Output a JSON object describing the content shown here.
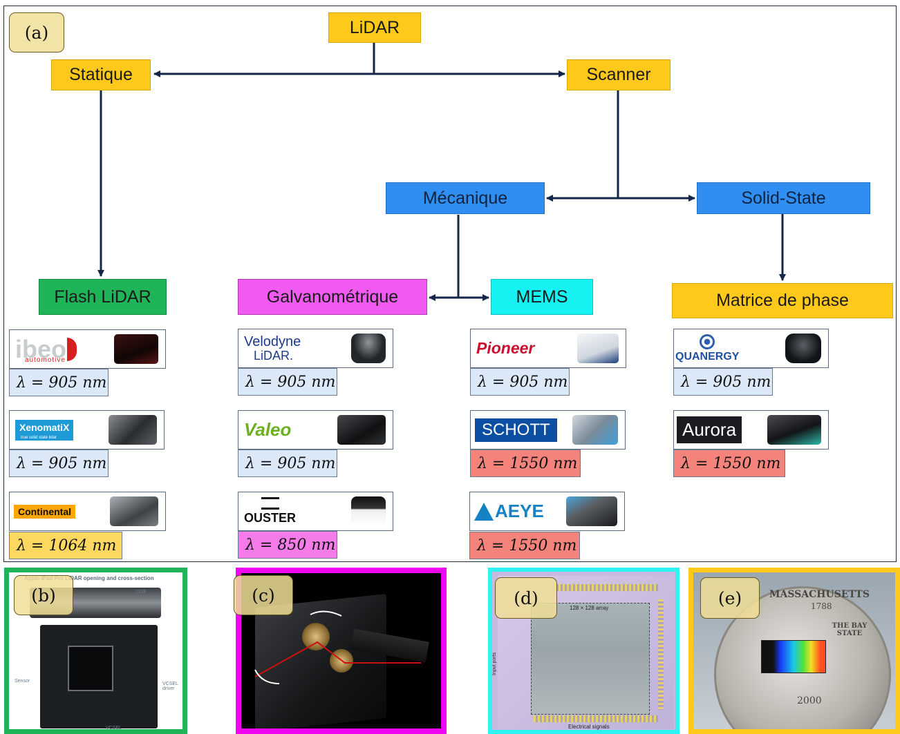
{
  "panels": {
    "a": "(a)",
    "b": "(b)",
    "c": "(c)",
    "d": "(d)",
    "e": "(e)"
  },
  "nodes": {
    "lidar": "LiDAR",
    "statique": "Statique",
    "scanner": "Scanner",
    "mecanique": "Mécanique",
    "solid_state": "Solid-State",
    "flash": "Flash LiDAR",
    "galvano": "Galvanométrique",
    "mems": "MEMS",
    "matrice": "Matrice de phase"
  },
  "colors": {
    "yellow": "#ffc91c",
    "blue": "#2f8ef0",
    "green": "#1fb458",
    "magenta": "#f05af0",
    "cyan": "#16f2f2",
    "wavelength_905": "#dbe8f8",
    "wavelength_1550": "#f4847b",
    "wavelength_1064": "#fdd860",
    "wavelength_850": "#f47be8"
  },
  "products": {
    "flash": [
      {
        "logo": "ibeo",
        "logo_sub": "automotive",
        "wavelength": "λ = 905 nm"
      },
      {
        "logo": "XenomatiX",
        "logo_sub": "true solid state lidar",
        "wavelength": "λ = 905 nm"
      },
      {
        "logo": "Continental",
        "wavelength": "λ = 1064 nm"
      }
    ],
    "galvano": [
      {
        "logo": "Velodyne",
        "logo_sub": "LiDAR.",
        "wavelength": "λ = 905 nm"
      },
      {
        "logo": "Valeo",
        "wavelength": "λ = 905 nm"
      },
      {
        "logo": "OUSTER",
        "wavelength": "λ = 850 nm"
      }
    ],
    "mems": [
      {
        "logo": "Pioneer",
        "wavelength": "λ = 905 nm"
      },
      {
        "logo": "SCHOTT",
        "wavelength": "λ = 1550 nm"
      },
      {
        "logo": "AEYE",
        "wavelength": "λ = 1550 nm"
      }
    ],
    "phase": [
      {
        "logo": "QUANERGY",
        "wavelength": "λ = 905 nm"
      },
      {
        "logo": "Aurora",
        "wavelength": "λ = 1550 nm"
      }
    ]
  },
  "photos": {
    "b": {
      "title": "Apple iPad Pro LiDAR opening and cross-section",
      "labels": [
        "DOE",
        "Sensor",
        "VCSEL driver",
        "VCSEL"
      ],
      "border": "#1fb458"
    },
    "c": {
      "border": "#f005f0"
    },
    "d": {
      "array_label": "128 × 128 array",
      "input_label": "Input ports",
      "electrical_label": "Electrical signals",
      "border": "#2ff2f2"
    },
    "e": {
      "coin_text": "MASSACHUSETTS",
      "year": "1788",
      "bay_label": "THE BAY STATE",
      "coin_year": "2000",
      "border": "#ffc91c"
    }
  }
}
